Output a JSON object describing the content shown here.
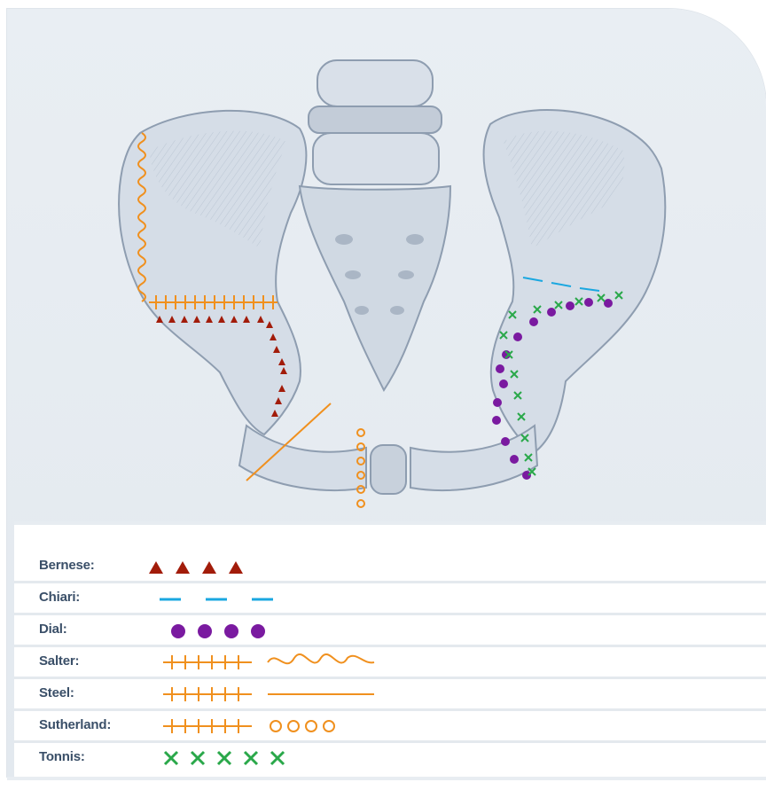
{
  "legend": {
    "items": [
      {
        "key": "bernese",
        "label": "Bernese:",
        "color": "#a21c0a",
        "symbol": "triangles"
      },
      {
        "key": "chiari",
        "label": "Chiari:",
        "color": "#1aa7e0",
        "symbol": "dashes"
      },
      {
        "key": "dial",
        "label": "Dial:",
        "color": "#7a1aa0",
        "symbol": "dots"
      },
      {
        "key": "salter",
        "label": "Salter:",
        "color": "#f0901e",
        "symbol": "hatched-line-and-wave"
      },
      {
        "key": "steel",
        "label": "Steel:",
        "color": "#f0901e",
        "symbol": "hatched-line-and-line"
      },
      {
        "key": "sutherland",
        "label": "Sutherland:",
        "color": "#f0901e",
        "symbol": "hatched-line-and-circles"
      },
      {
        "key": "tonnis",
        "label": "Tonnis:",
        "color": "#2aa84a",
        "symbol": "crosses"
      }
    ]
  },
  "colors": {
    "bone_fill": "#d7dfe8",
    "bone_stroke": "#9eacbd",
    "background": "#e6ecf1"
  }
}
